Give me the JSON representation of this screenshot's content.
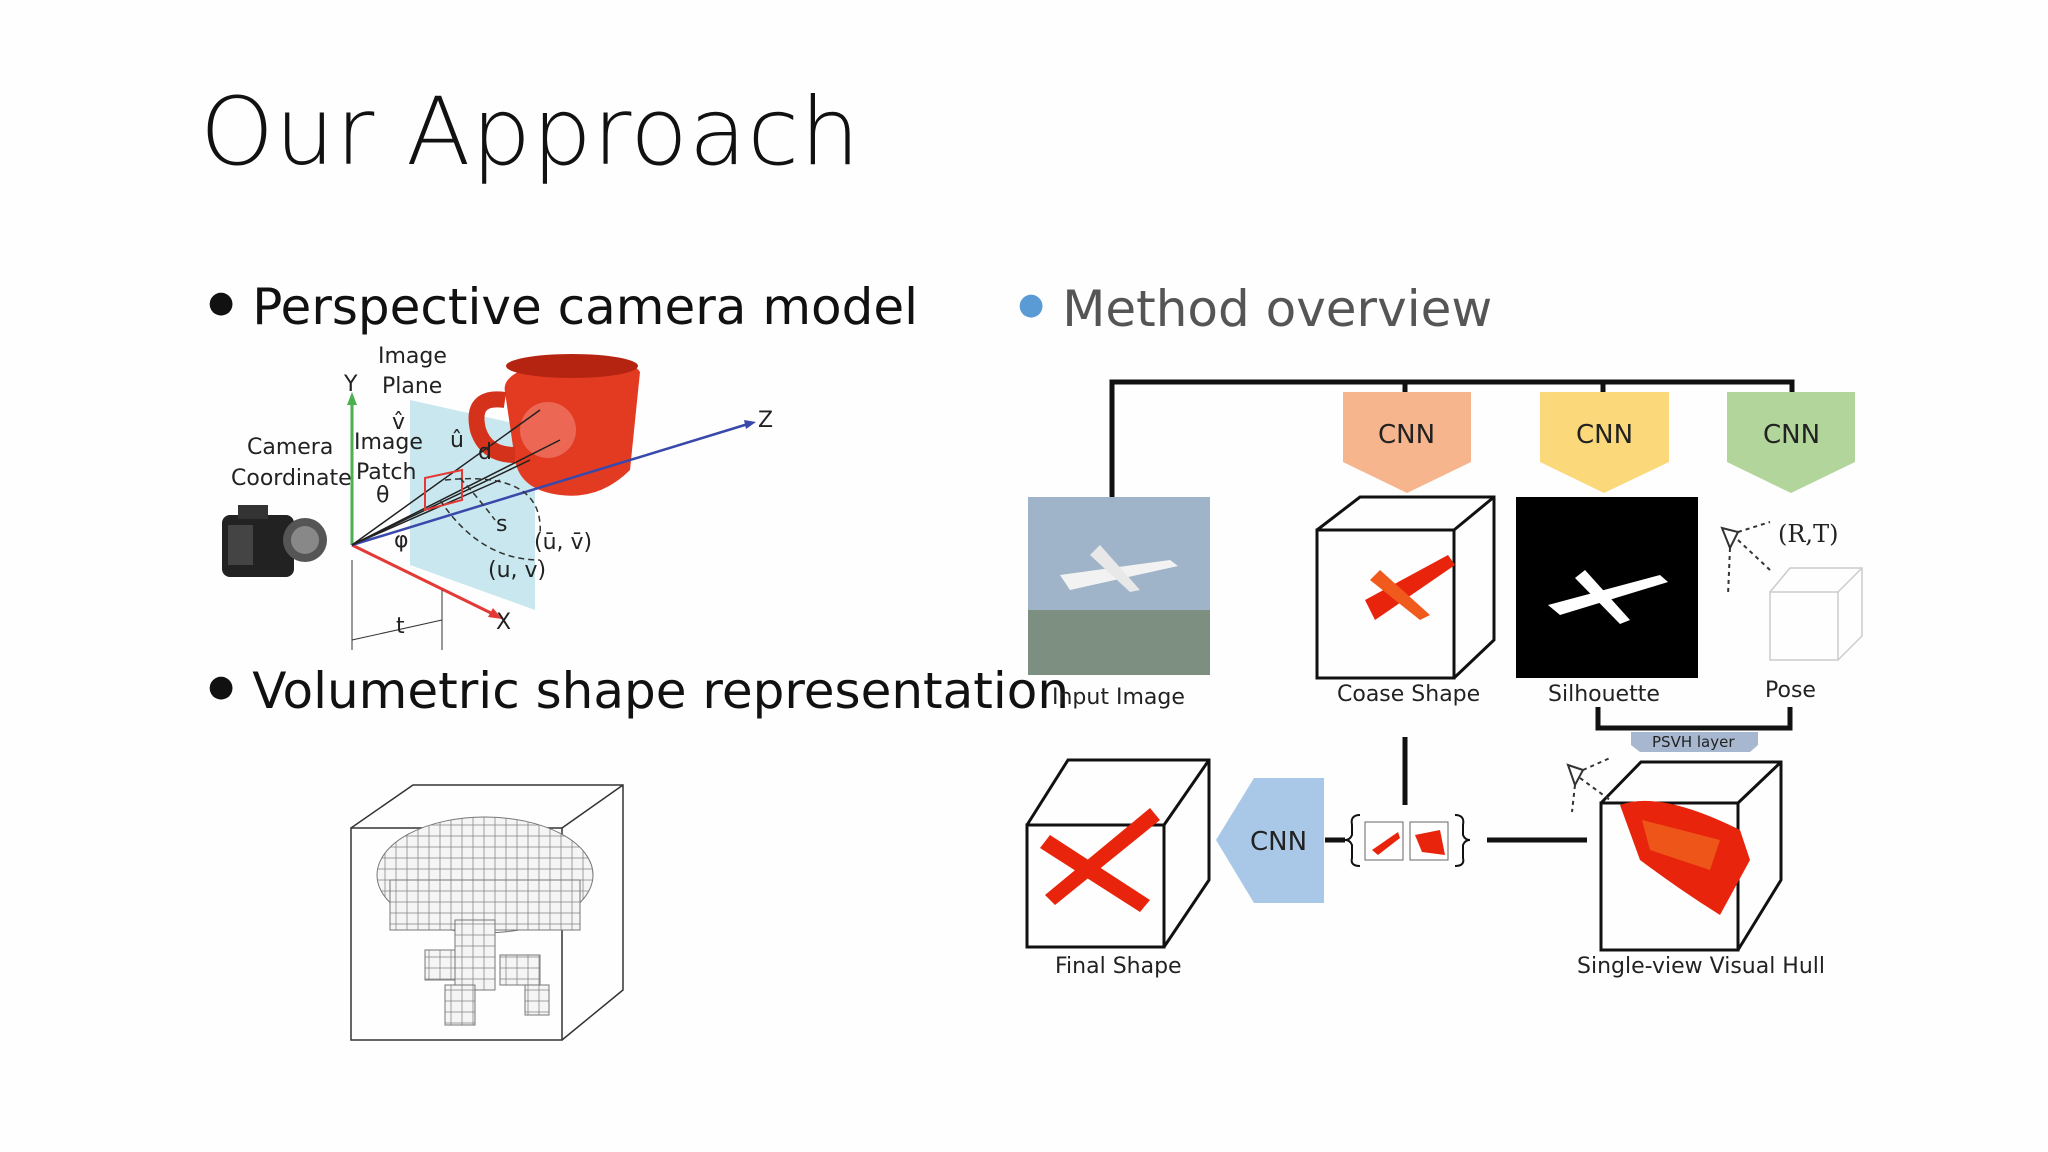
{
  "title": "Our Approach",
  "bullets": {
    "camera": "Perspective camera model",
    "volumetric": "Volumetric shape representation",
    "method": "Method overview"
  },
  "camera_diagram": {
    "image_plane": "Image",
    "image_plane2": "Plane",
    "camera_coord": "Camera",
    "camera_coord2": "Coordinate",
    "image_patch": "Image",
    "image_patch2": "Patch",
    "axis_x": "X",
    "axis_y": "Y",
    "axis_z": "Z",
    "v_hat": "v̂",
    "u_hat": "û",
    "d": "d",
    "theta": "θ",
    "phi": "φ",
    "s": "s",
    "t": "t",
    "uv_bar": "(ū, v̄)",
    "uv": "(u, v)"
  },
  "overview": {
    "cnn1": "CNN",
    "cnn2": "CNN",
    "cnn3": "CNN",
    "cnn4": "CNN",
    "input_image": "Input Image",
    "coarse_shape": "Coase Shape",
    "silhouette": "Silhouette",
    "pose": "Pose",
    "rt": "(R,T)",
    "psvh": "PSVH layer",
    "final_shape": "Final Shape",
    "visual_hull": "Single-view Visual Hull"
  },
  "colors": {
    "cnn_orange": "#f6b58c",
    "cnn_yellow": "#fbd97a",
    "cnn_green": "#b2d59b",
    "cnn_blue": "#a9c8e8",
    "voxel_red": "#e8250c",
    "bullet_blue": "#5b9bd5"
  }
}
